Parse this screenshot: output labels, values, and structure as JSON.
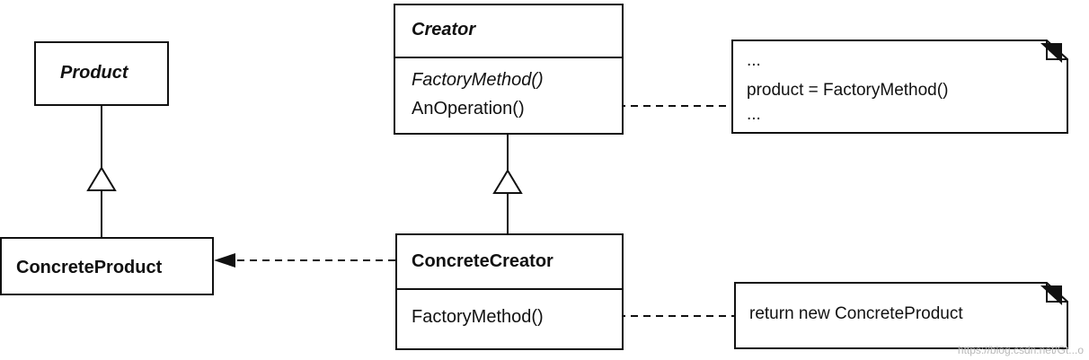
{
  "product": {
    "name": "Product"
  },
  "concrete_product": {
    "name": "ConcreteProduct"
  },
  "creator": {
    "name": "Creator",
    "operations": [
      "FactoryMethod()",
      "AnOperation()"
    ]
  },
  "concrete_creator": {
    "name": "ConcreteCreator",
    "operations": [
      "FactoryMethod()"
    ]
  },
  "note_creator": {
    "lines": [
      "...",
      "product = FactoryMethod()",
      "..."
    ]
  },
  "note_concrete_creator": {
    "lines": [
      "return new ConcreteProduct"
    ]
  },
  "watermark": "https://blog.csdn.net/Gt...o"
}
